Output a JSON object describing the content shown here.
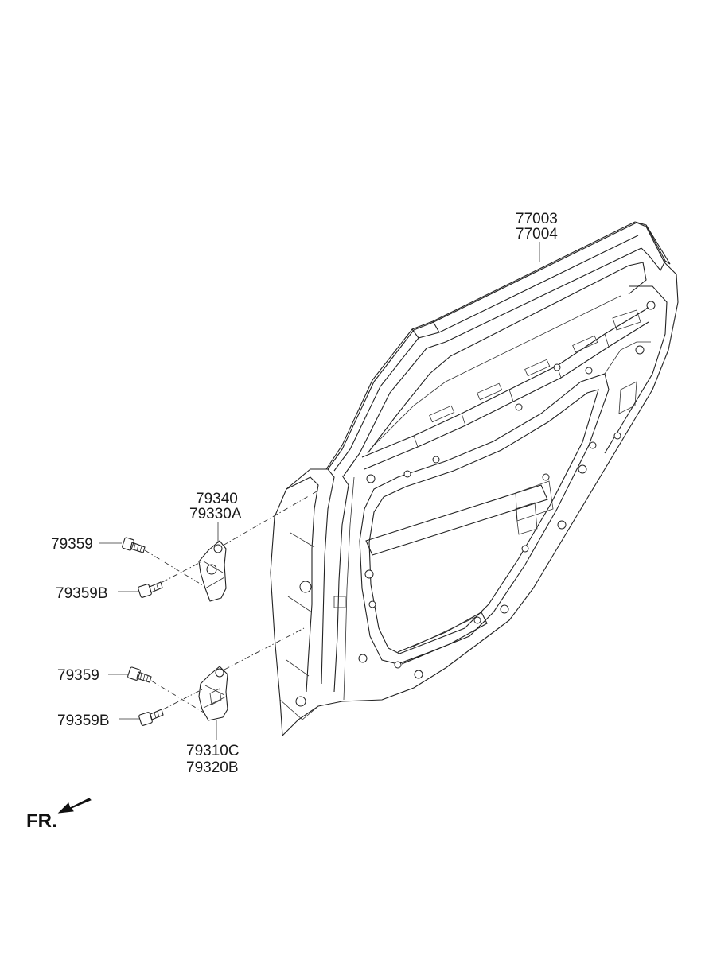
{
  "parts": {
    "door_panel": {
      "line1": "77003",
      "line2": "77004"
    },
    "upper_hinge": {
      "line1": "79340",
      "line2": "79330A"
    },
    "lower_hinge": {
      "line1": "79310C",
      "line2": "79320B"
    },
    "bolt_upper_1": "79359",
    "bolt_upper_2": "79359B",
    "bolt_lower_1": "79359",
    "bolt_lower_2": "79359B"
  },
  "direction_marker": "FR.",
  "colors": {
    "line": "#222222",
    "background": "#ffffff"
  }
}
